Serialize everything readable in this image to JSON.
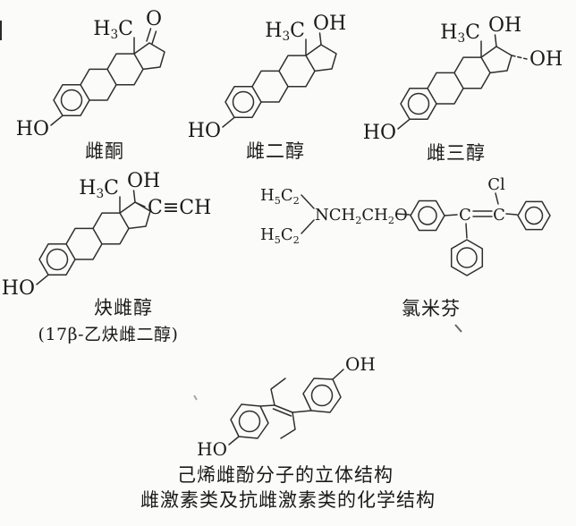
{
  "colors": {
    "paper": "#fbfbf9",
    "ink": "#2f2f2f",
    "text": "#1a1a1a"
  },
  "figure": {
    "molecules": [
      {
        "id": "estrone",
        "label": "雌酮",
        "atoms": {
          "hydroxyl_3": "HO",
          "methyl_13": "H{3}C",
          "ketone_17": "O"
        }
      },
      {
        "id": "estradiol",
        "label": "雌二醇",
        "atoms": {
          "hydroxyl_3": "HO",
          "methyl_13": "H{3}C",
          "hydroxyl_17": "OH"
        }
      },
      {
        "id": "estriol",
        "label": "雌三醇",
        "atoms": {
          "hydroxyl_3": "HO",
          "methyl_13": "H{3}C",
          "hydroxyl_17": "OH",
          "hydroxyl_16": "OH"
        }
      },
      {
        "id": "ethinylestradiol",
        "label": "炔雌醇",
        "sublabel": "(17β-乙炔雌二醇)",
        "atoms": {
          "hydroxyl_3": "HO",
          "methyl_13": "H{3}C",
          "hydroxyl_17": "OH",
          "ethynyl_17": "C≡CH"
        }
      },
      {
        "id": "clomiphene",
        "label": "氯米芬",
        "atoms": {
          "ethyl_top": "H{5}C{2}",
          "ethyl_bottom": "H{5}C{2}",
          "amino_ether_chain": "NCH{2}CH{2}O",
          "vinyl_c_left": "C",
          "vinyl_c_right": "C",
          "chlorine": "Cl"
        }
      },
      {
        "id": "diethylstilbestrol",
        "label": "己烯雌酚分子的立体结构",
        "atoms": {
          "hydroxyl_left": "HO",
          "hydroxyl_right": "OH"
        }
      }
    ],
    "caption": "雌激素类及抗雌激素类的化学结构"
  }
}
